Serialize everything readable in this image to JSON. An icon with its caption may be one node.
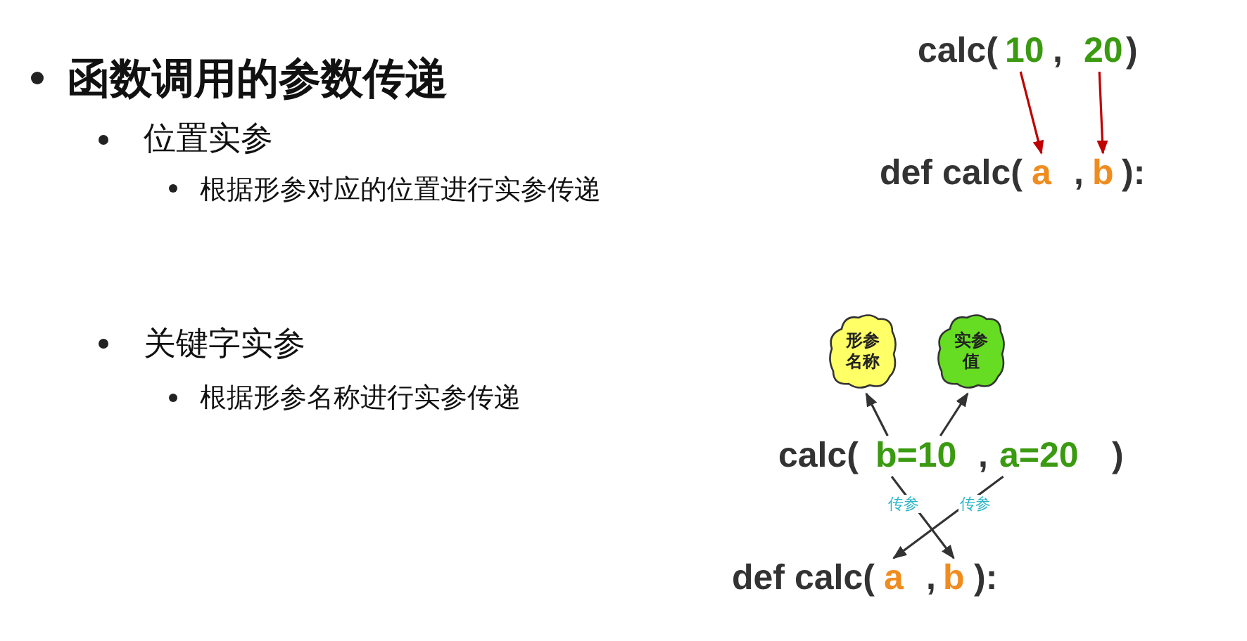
{
  "diagram": {
    "nodes": [
      {
        "text": [
          "10"
        ]
      },
      {
        "text": [
          "20"
        ]
      },
      {
        "text": [
          "a"
        ]
      },
      {
        "text": [
          "b"
        ]
      },
      {
        "text": [
          "形参名称"
        ]
      },
      {
        "text": [
          "实参值"
        ]
      },
      {
        "text": [
          "b=10"
        ]
      },
      {
        "text": [
          "a=20"
        ]
      },
      {
        "text": [
          "a"
        ]
      },
      {
        "text": [
          "b"
        ]
      }
    ],
    "edges": [
      {
        "from": 0,
        "to": 2,
        "arrow": "to",
        "color": "#c00000"
      },
      {
        "from": 1,
        "to": 3,
        "arrow": "to",
        "color": "#c00000"
      },
      {
        "from": 6,
        "to": 4,
        "arrow": "to"
      },
      {
        "from": 6,
        "to": 5,
        "arrow": "to"
      },
      {
        "from": 6,
        "to": 9,
        "arrow": "to",
        "label": "传参"
      },
      {
        "from": 7,
        "to": 8,
        "arrow": "to",
        "label": "传参"
      }
    ],
    "labels": [
      "函数调用的参数传递",
      "calc(",
      ",",
      ")",
      "位置实参",
      "def calc(",
      ",",
      "):",
      "根据形参对应的位置进行实参传递",
      "关键字实参",
      "根据形参名称进行实参传递",
      "calc(",
      ",",
      ")",
      "def calc(",
      ",",
      "):"
    ]
  }
}
